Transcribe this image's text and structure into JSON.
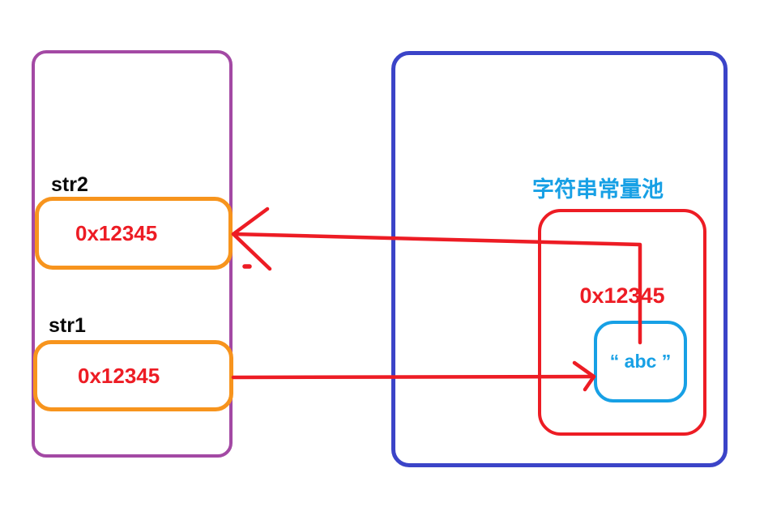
{
  "diagram": {
    "stack": {
      "str2_label": "str2",
      "str2_value": "0x12345",
      "str1_label": "str1",
      "str1_value": "0x12345"
    },
    "heap": {
      "pool_label": "字符串常量池",
      "pool_address": "0x12345",
      "string_literal": "“ abc ”"
    }
  },
  "colors": {
    "stack_border": "#A349A4",
    "heap_border": "#3B44C8",
    "pointer_red": "#ED1C24",
    "reference_border": "#F7941D",
    "cyan": "#17A0E5",
    "label_black": "#0A0A0A"
  }
}
